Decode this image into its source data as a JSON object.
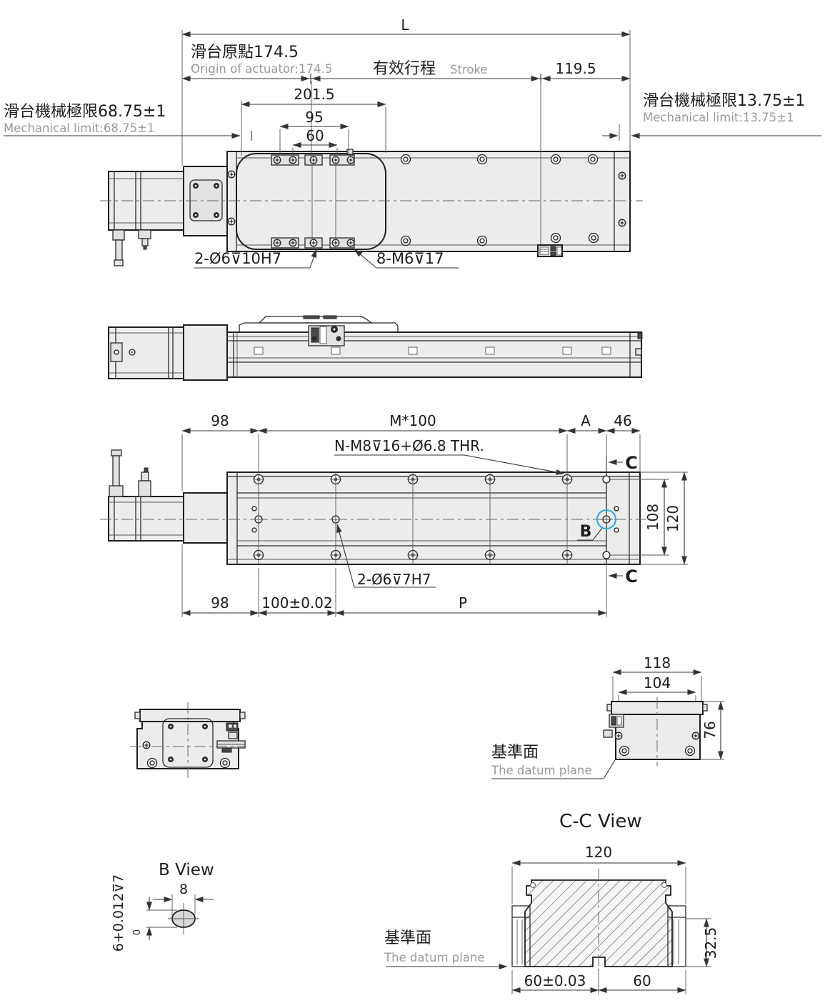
{
  "colors": {
    "accent_orange": "#F7941E",
    "accent_cyan": "#29ABE2",
    "line_dark": "#1f1f1f",
    "dim_text": "#1d1d1d",
    "muted_text": "#9a9a9a",
    "fill_light": "#ececec"
  },
  "views": {
    "top_view": {
      "dim_L": "L",
      "origin_zh": "滑台原點174.5",
      "origin_en": "Origin of actuator:174.5",
      "stroke_zh": "有效行程",
      "stroke_en": "Stroke",
      "dim_119_5": "119.5",
      "limit_left_zh": "滑台機械極限68.75±1",
      "limit_left_en": "Mechanical limit:68.75±1",
      "limit_right_zh": "滑台機械極限13.75±1",
      "limit_right_en": "Mechanical limit:13.75±1",
      "dim_201_5": "201.5",
      "dim_95": "95",
      "dim_60": "60",
      "callout_counterbore": "2-Ø6⊽10H7",
      "callout_tapped": "8-M6⊽17"
    },
    "bottom_view": {
      "dim_98_top": "98",
      "dim_m100": "M*100",
      "dim_A": "A",
      "dim_46": "46",
      "callout_mounting": "N-M8⊽16+Ø6.8 THR.",
      "section_c_top": "C",
      "section_c_bottom": "C",
      "detail_b": "B",
      "dim_108": "108",
      "dim_120": "120",
      "dim_98_bottom": "98",
      "dim_100": "100±0.02",
      "callout_dowel": "2-Ø6⊽7H7",
      "dim_P": "P"
    },
    "end_view": {
      "dim_118": "118",
      "dim_104": "104",
      "dim_76": "76",
      "datum_zh": "基準面",
      "datum_en": "The datum plane"
    },
    "cc_view": {
      "title": "C-C View",
      "dim_120": "120",
      "dim_60_tol": "60±0.03",
      "dim_60": "60",
      "dim_32_5": "32.5",
      "datum_zh": "基準面",
      "datum_en": "The datum plane"
    },
    "b_view": {
      "title": "B View",
      "dim_8": "8",
      "dim_tol": "6+0.012⊽7",
      "dim_tol_zero": "0"
    }
  }
}
